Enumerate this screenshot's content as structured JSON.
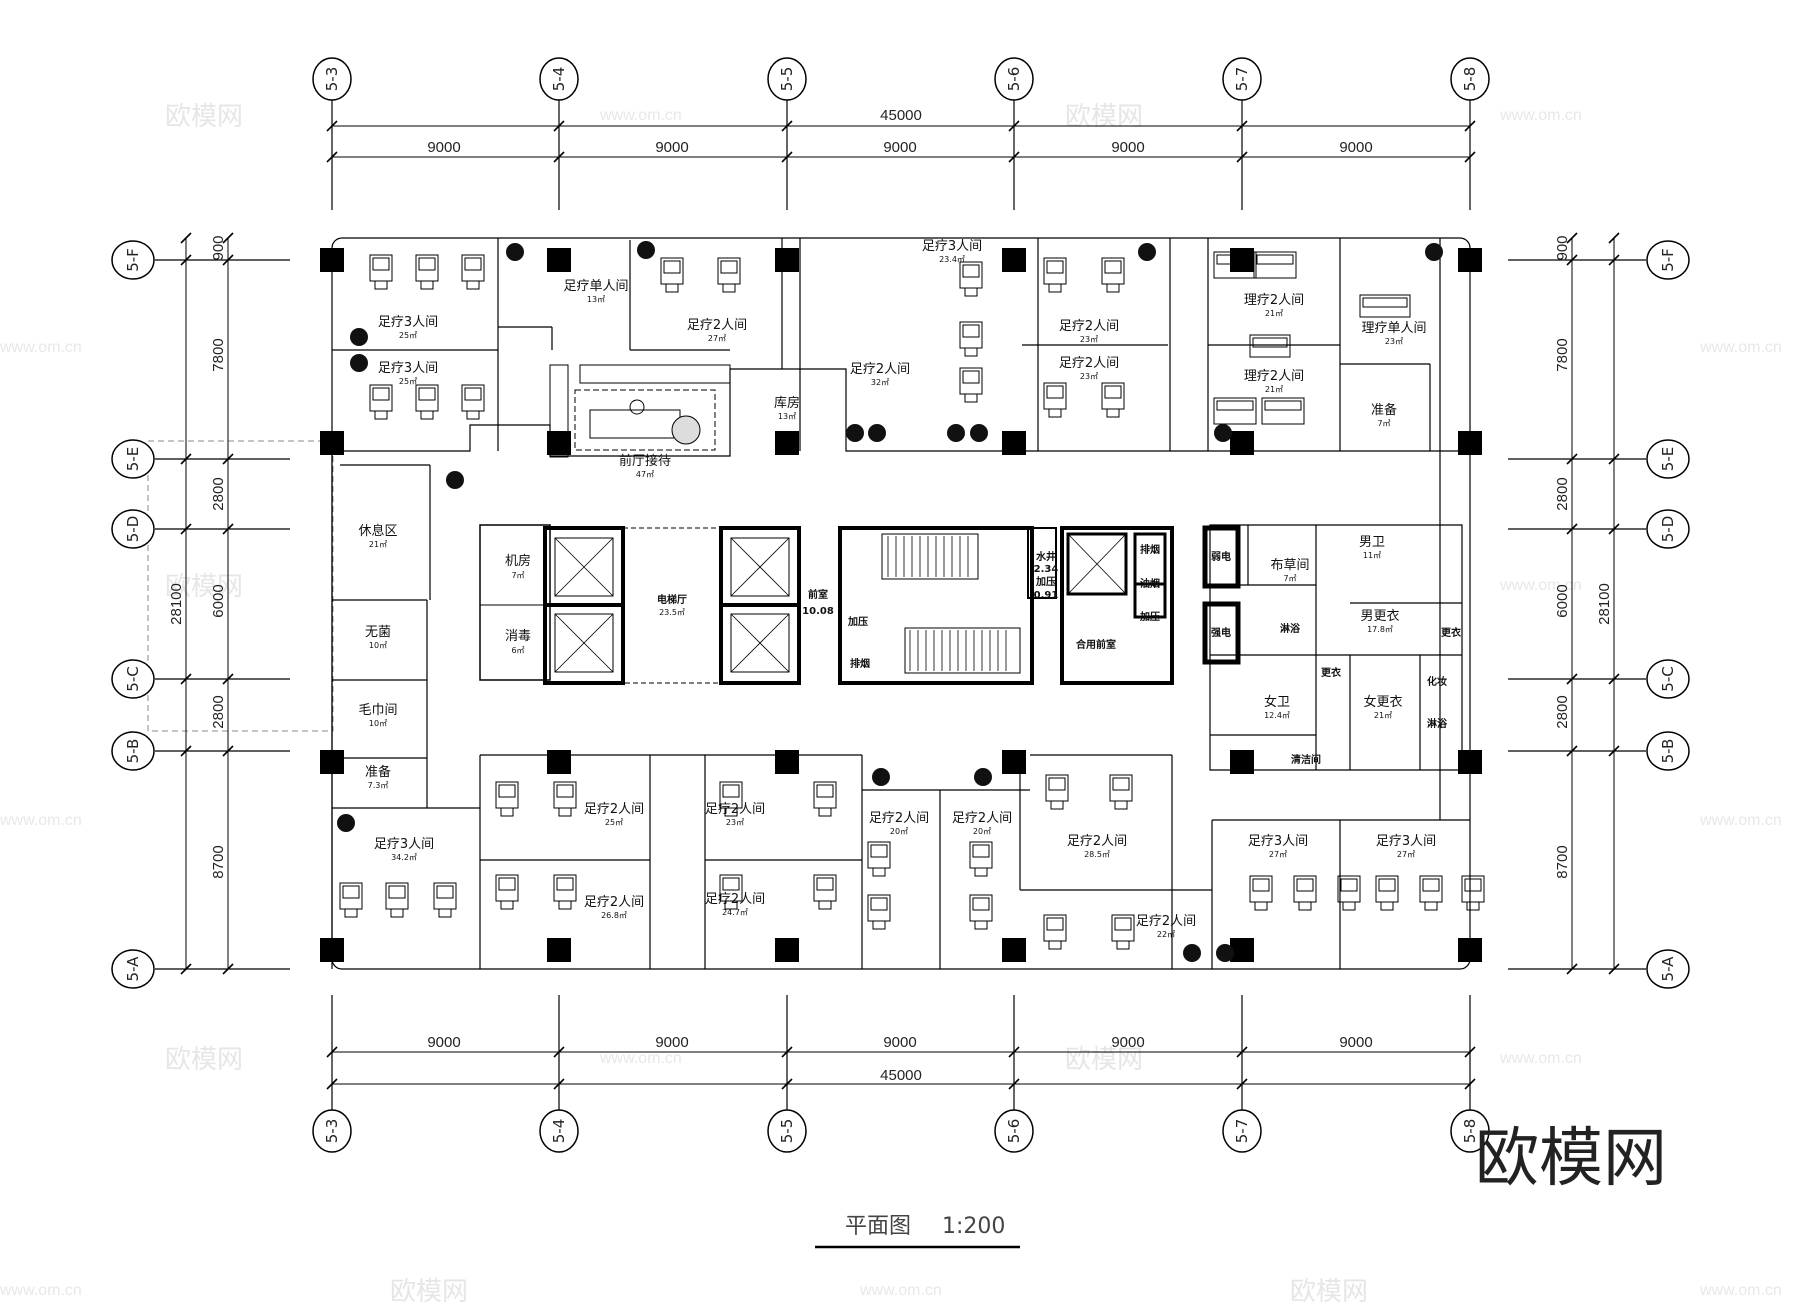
{
  "drawing": {
    "title": "平面图",
    "scale": "1:200"
  },
  "watermark": {
    "brand": "欧模网",
    "url": "www.om.cn",
    "corner_text": "欧模网"
  },
  "axes": {
    "vertical": [
      "5-3",
      "5-4",
      "5-5",
      "5-6",
      "5-7",
      "5-8"
    ],
    "horizontal": [
      "5-F",
      "5-E",
      "5-D",
      "5-C",
      "5-B",
      "5-A"
    ]
  },
  "dimensions": {
    "top_total": "45000",
    "bottom_total": "45000",
    "bay": [
      "9000",
      "9000",
      "9000",
      "9000",
      "9000"
    ],
    "side_total": "28100",
    "side_segments": [
      "900",
      "7800",
      "2800",
      "6000",
      "2800",
      "8700"
    ]
  },
  "rooms": [
    {
      "key": "r1",
      "name": "足疗3人间",
      "area": "25㎡"
    },
    {
      "key": "r2",
      "name": "足疗3人间",
      "area": "25㎡"
    },
    {
      "key": "r3",
      "name": "足疗单人间",
      "area": "13㎡"
    },
    {
      "key": "r4",
      "name": "足疗2人间",
      "area": "27㎡"
    },
    {
      "key": "r5",
      "name": "足疗3人间",
      "area": "23.4㎡"
    },
    {
      "key": "r6",
      "name": "足疗2人间",
      "area": "32㎡"
    },
    {
      "key": "r7",
      "name": "足疗2人间",
      "area": "23㎡"
    },
    {
      "key": "r8",
      "name": "足疗2人间",
      "area": "23㎡"
    },
    {
      "key": "r9",
      "name": "理疗2人间",
      "area": "21㎡"
    },
    {
      "key": "r10",
      "name": "理疗单人间",
      "area": "23㎡"
    },
    {
      "key": "r11",
      "name": "理疗2人间",
      "area": "21㎡"
    },
    {
      "key": "r12",
      "name": "准备",
      "area": "7㎡"
    },
    {
      "key": "r13",
      "name": "库房",
      "area": "13㎡"
    },
    {
      "key": "r14",
      "name": "前厅接待",
      "area": "47㎡"
    },
    {
      "key": "r15",
      "name": "休息区",
      "area": "21㎡"
    },
    {
      "key": "r16",
      "name": "无菌",
      "area": "10㎡"
    },
    {
      "key": "r17",
      "name": "毛巾间",
      "area": "10㎡"
    },
    {
      "key": "r18",
      "name": "准备",
      "area": "7.3㎡"
    },
    {
      "key": "r19",
      "name": "足疗3人间",
      "area": "34.2㎡"
    },
    {
      "key": "r20",
      "name": "足疗2人间",
      "area": "25㎡"
    },
    {
      "key": "r21",
      "name": "足疗2人间",
      "area": "26.8㎡"
    },
    {
      "key": "r22",
      "name": "足疗2人间",
      "area": "23㎡"
    },
    {
      "key": "r23",
      "name": "足疗2人间",
      "area": "24.7㎡"
    },
    {
      "key": "r24",
      "name": "足疗2人间",
      "area": "20㎡"
    },
    {
      "key": "r25",
      "name": "足疗2人间",
      "area": "20㎡"
    },
    {
      "key": "r26",
      "name": "足疗2人间",
      "area": "28.5㎡"
    },
    {
      "key": "r27",
      "name": "足疗2人间",
      "area": "22㎡"
    },
    {
      "key": "r28",
      "name": "足疗3人间",
      "area": "27㎡"
    },
    {
      "key": "r29",
      "name": "足疗3人间",
      "area": "27㎡"
    },
    {
      "key": "r30",
      "name": "机房",
      "area": "7㎡"
    },
    {
      "key": "r31",
      "name": "消毒",
      "area": "6㎡"
    },
    {
      "key": "r32",
      "name": "电梯厅",
      "area": "23.5㎡"
    },
    {
      "key": "r33",
      "name": "布草间",
      "area": "7㎡"
    },
    {
      "key": "r34",
      "name": "男卫",
      "area": "11㎡"
    },
    {
      "key": "r35",
      "name": "男更衣",
      "area": "17.8㎡"
    },
    {
      "key": "r36",
      "name": "女卫",
      "area": "12.4㎡"
    },
    {
      "key": "r37",
      "name": "女更衣",
      "area": "21㎡"
    }
  ],
  "core_labels": {
    "front_room": "前室",
    "front_room_area": "10.08",
    "shaft": "水井",
    "shaft_area": "2.34",
    "pressure": "加压",
    "pressure_area": "0.91",
    "pressure_a": "加压",
    "pressure_b": "加压",
    "smoke_a": "排烟",
    "smoke_b": "排烟",
    "oil": "油烟",
    "shared_front": "合用前室",
    "weak_elec": "弱电",
    "strong_elec": "强电",
    "shower_m": "淋浴",
    "shower_f": "淋浴",
    "cleaning": "清洁间",
    "change_m": "更衣",
    "change_f": "更衣",
    "makeup": "化妆"
  }
}
